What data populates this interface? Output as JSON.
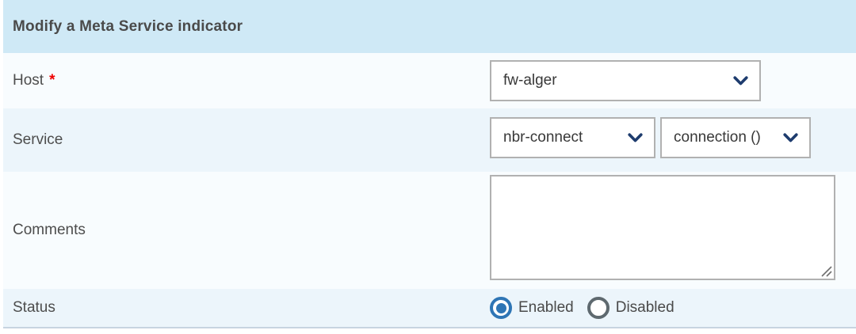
{
  "header": {
    "title": "Modify a Meta Service indicator"
  },
  "fields": {
    "host": {
      "label": "Host",
      "required_marker": "*",
      "selected": "fw-alger"
    },
    "service": {
      "label": "Service",
      "service_selected": "nbr-connect",
      "metric_selected": "connection ()"
    },
    "comments": {
      "label": "Comments",
      "value": ""
    },
    "status": {
      "label": "Status",
      "options": [
        {
          "label": "Enabled",
          "selected": true
        },
        {
          "label": "Disabled",
          "selected": false
        }
      ]
    }
  },
  "icons": {
    "chevron_down": "chevron-down-icon",
    "resize_handle": "resize-grip-icon"
  },
  "colors": {
    "header_bg": "#cfe9f6",
    "row_light_bg": "#f8fcfe",
    "row_alt_bg": "#ecf5fb",
    "title_text": "#4a4a4a",
    "label_text": "#4d4d4d",
    "required_red": "#ee0000",
    "control_border": "#b1b1b1",
    "chevron_blue": "#1e3c6e",
    "radio_selected_blue": "#2e75b5",
    "radio_unselected_gray": "#5e696f",
    "bottom_border": "#c7d4e0"
  }
}
